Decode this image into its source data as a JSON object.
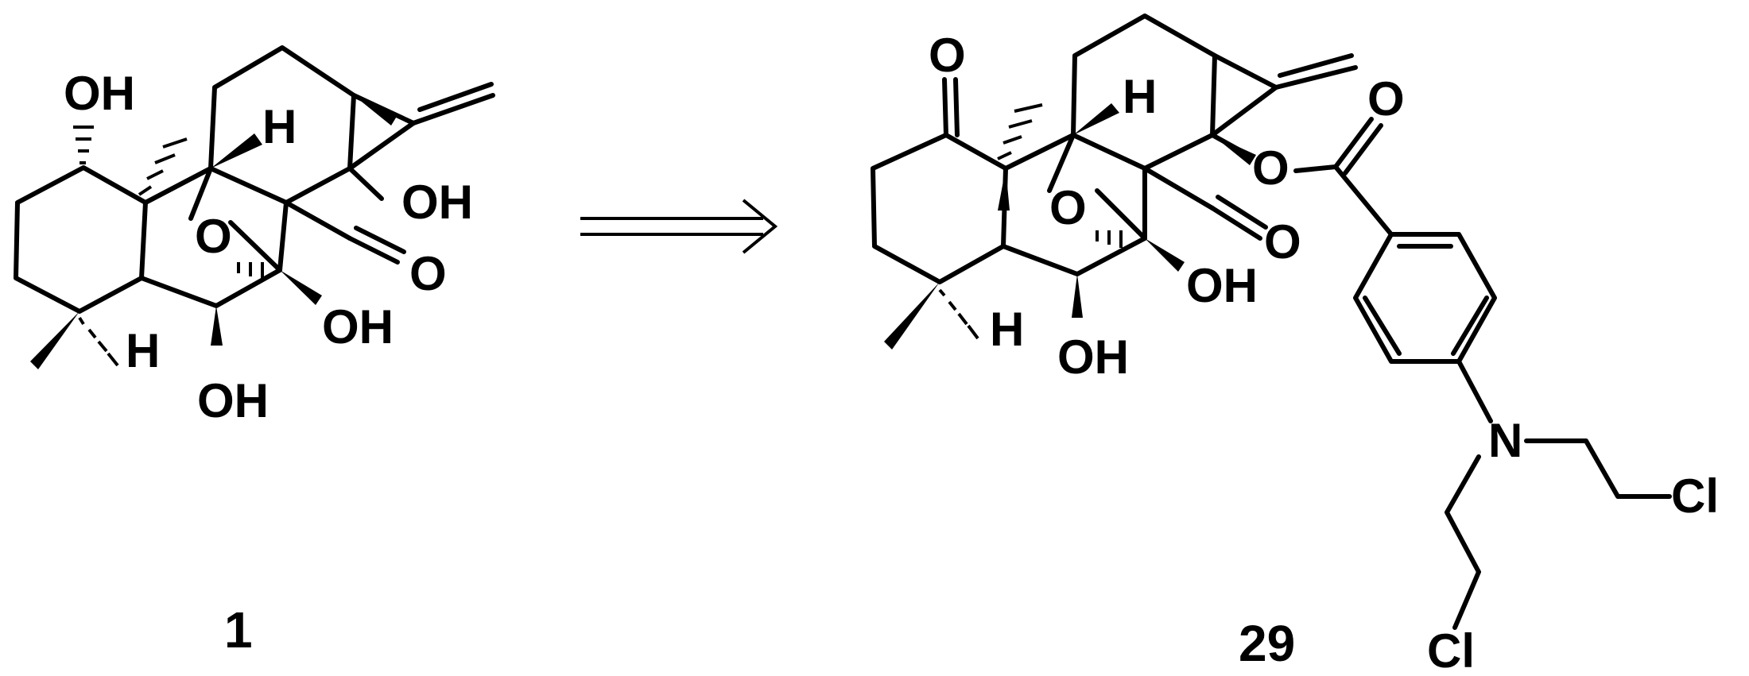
{
  "scheme": {
    "arrow_type": "retrosynthetic",
    "compound_left": {
      "number": "1",
      "labels": {
        "oh_top": "OH",
        "oh_right": "OH",
        "oh_mid": "OH",
        "oh_bottom": "OH",
        "o_ring": "O",
        "o_ketone": "O",
        "h_upper": "H",
        "h_lower": "H"
      }
    },
    "compound_right": {
      "number": "29",
      "labels": {
        "o_ketone_top": "O",
        "o_ester": "O",
        "o_carbonyl": "O",
        "o_ring": "O",
        "o_lactone": "O",
        "oh_right": "OH",
        "oh_bottom": "OH",
        "h_upper": "H",
        "h_lower": "H",
        "n_amine": "N",
        "cl_right": "Cl",
        "cl_bottom": "Cl"
      }
    }
  }
}
